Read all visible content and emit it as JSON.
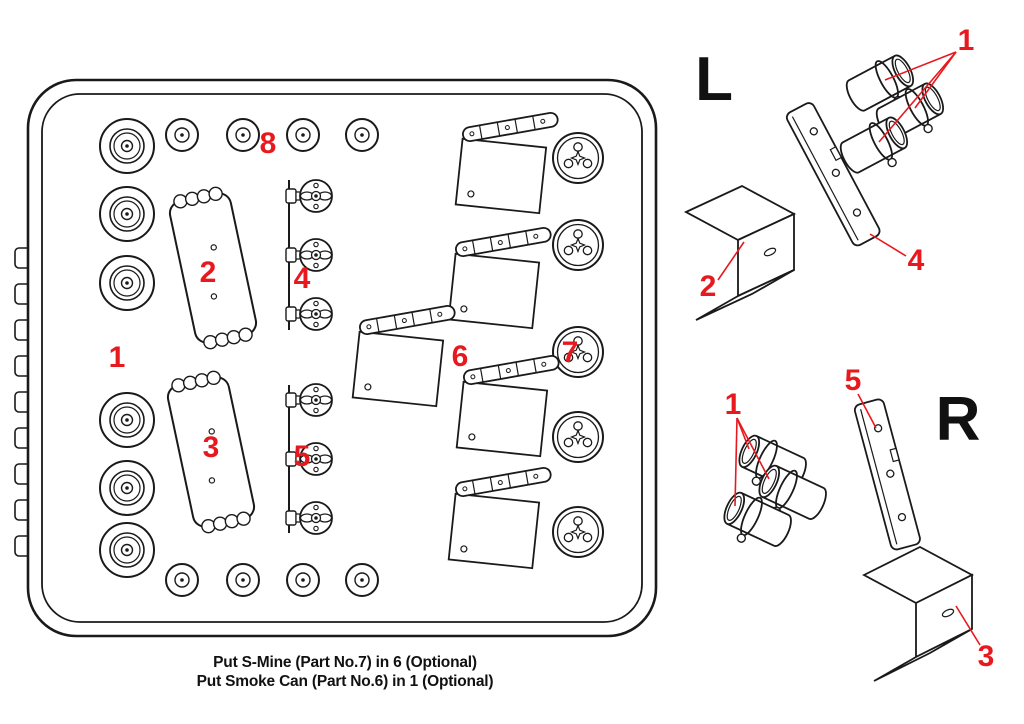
{
  "colors": {
    "accent": "#e8191e",
    "line": "#1a1a1a",
    "background": "#ffffff"
  },
  "plate_callouts": {
    "c1": "1",
    "c2": "2",
    "c3": "3",
    "c4": "4",
    "c5": "5",
    "c6": "6",
    "c7": "7",
    "c8": "8"
  },
  "detail_left": {
    "title": "L",
    "c1": "1",
    "c2": "2",
    "c4": "4"
  },
  "detail_right": {
    "title": "R",
    "c1": "1",
    "c3": "3",
    "c5": "5"
  },
  "notes": {
    "line1": "Put S-Mine (Part No.7) in 6 (Optional)",
    "line2": "Put Smoke Can (Part No.6) in 1 (Optional)"
  }
}
